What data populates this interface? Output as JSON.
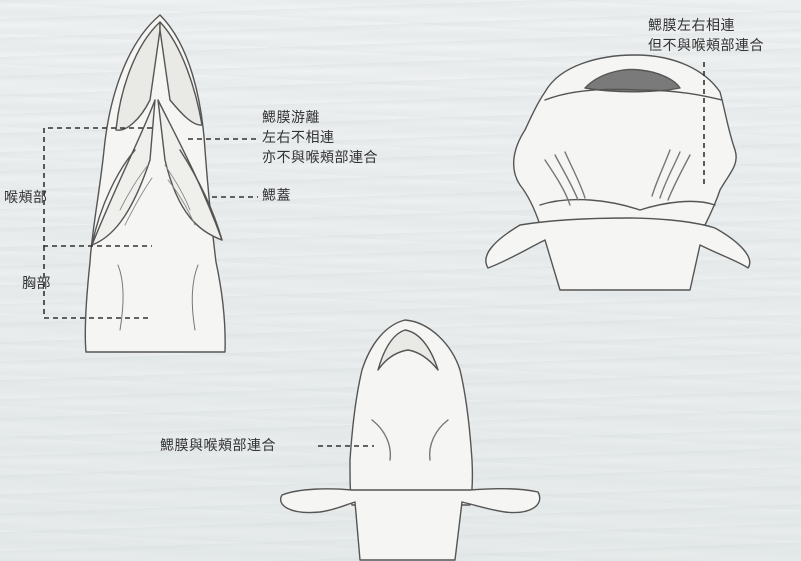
{
  "labels": {
    "separate_membrane": [
      "鰓膜游離",
      "左右不相連",
      "亦不與喉頰部連合"
    ],
    "operculum": "鰓蓋",
    "throat_cheek": "喉頰部",
    "chest": "胸部",
    "top_right": [
      "鰓膜左右相連",
      "但不與喉頰部連合"
    ],
    "bottom_center": "鰓膜與喉頰部連合"
  }
}
